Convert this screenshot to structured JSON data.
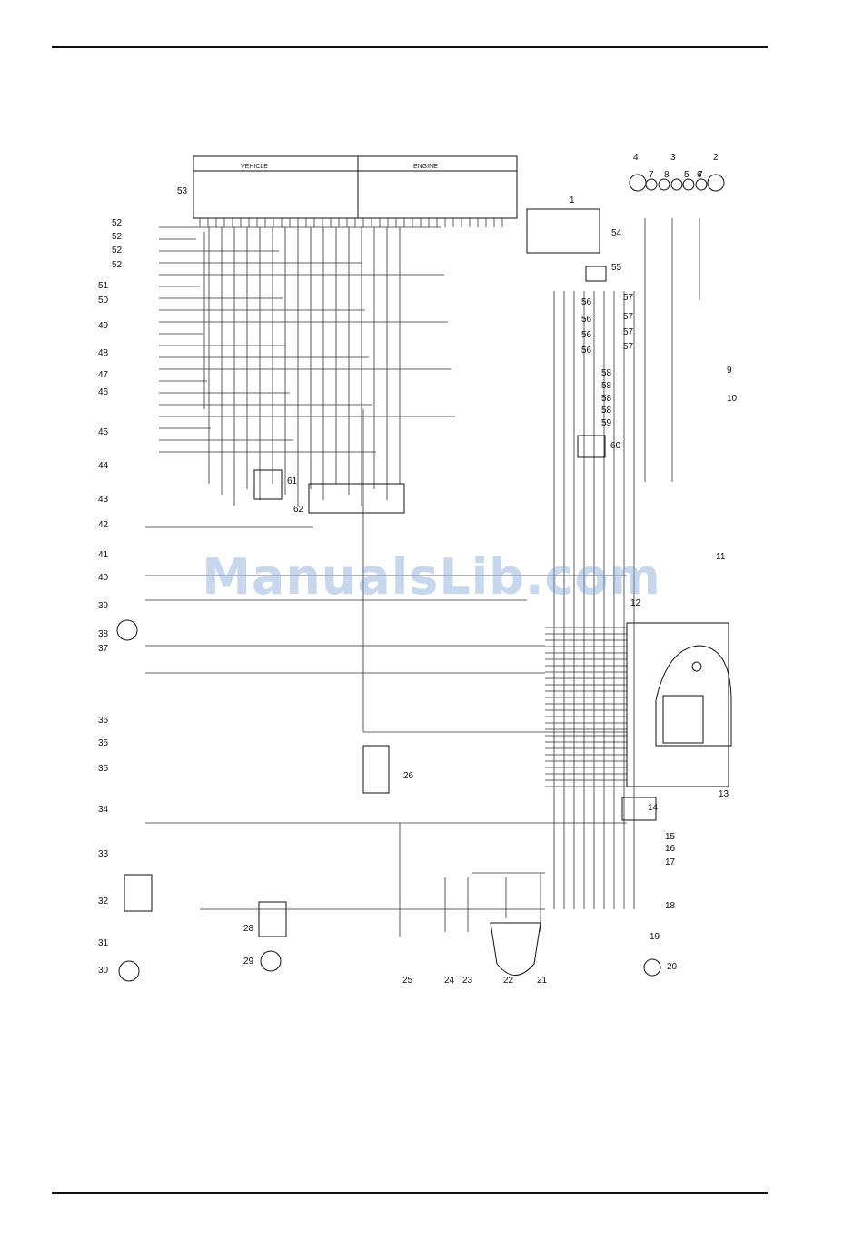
{
  "document": {
    "ecu_header_left": "VEHICLE",
    "ecu_header_right": "ENGINE",
    "watermark": "ManualsLib.com"
  },
  "diagram": {
    "callouts": [
      "1",
      "2",
      "3",
      "4",
      "5",
      "6",
      "7",
      "7",
      "8",
      "9",
      "10",
      "11",
      "12",
      "13",
      "14",
      "15",
      "16",
      "17",
      "18",
      "19",
      "20",
      "21",
      "22",
      "23",
      "24",
      "25",
      "26",
      "28",
      "29",
      "30",
      "31",
      "32",
      "33",
      "34",
      "35",
      "35",
      "36",
      "37",
      "38",
      "39",
      "40",
      "41",
      "42",
      "43",
      "44",
      "45",
      "46",
      "47",
      "48",
      "49",
      "50",
      "51",
      "52",
      "52",
      "52",
      "52",
      "53",
      "54",
      "55",
      "56",
      "56",
      "56",
      "56",
      "57",
      "57",
      "57",
      "57",
      "58",
      "58",
      "58",
      "58",
      "59",
      "60",
      "61",
      "62"
    ]
  },
  "colors": {
    "ink": "#111111",
    "wire": "#333333",
    "watermark": "#78a0d7"
  }
}
